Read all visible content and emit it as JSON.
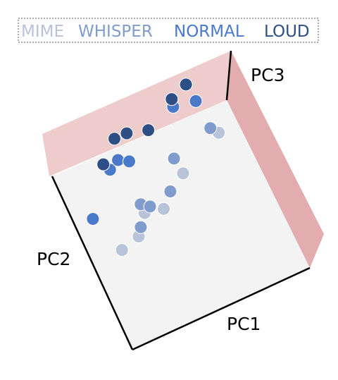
{
  "chart_data": {
    "type": "scatter",
    "projection": "3d",
    "axes": {
      "x_label": "PC1",
      "y_label": "PC2",
      "z_label": "PC3"
    },
    "legend": {
      "placement": "top-center",
      "style": "dotted-border",
      "entries": [
        {
          "label": "MIME",
          "color": "#b8c2d8"
        },
        {
          "label": "WHISPER",
          "color": "#7f9ccc"
        },
        {
          "label": "NORMAL",
          "color": "#4a79c9"
        },
        {
          "label": "LOUD",
          "color": "#2e4f86"
        }
      ]
    },
    "colors": {
      "back_wall": "#e6a0a2",
      "floor": "#f2f2f2",
      "point_outline": "#ffffff"
    },
    "series": [
      {
        "name": "MIME",
        "color": "#b8c2d8",
        "points": [
          {
            "pc1": 0.17,
            "pc2": 0.5
          },
          {
            "pc1": 0.28,
            "pc2": 0.53
          },
          {
            "pc1": 0.36,
            "pc2": 0.63
          },
          {
            "pc1": 0.46,
            "pc2": 0.61
          },
          {
            "pc1": 0.63,
            "pc2": 0.74
          },
          {
            "pc1": 0.89,
            "pc2": 0.86
          }
        ]
      },
      {
        "name": "WHISPER",
        "color": "#7f9ccc",
        "points": [
          {
            "pc1": 0.31,
            "pc2": 0.57
          },
          {
            "pc1": 0.36,
            "pc2": 0.68
          },
          {
            "pc1": 0.4,
            "pc2": 0.65
          },
          {
            "pc1": 0.53,
            "pc2": 0.68
          },
          {
            "pc1": 0.62,
            "pc2": 0.83
          },
          {
            "pc1": 0.86,
            "pc2": 0.9
          }
        ]
      },
      {
        "name": "NORMAL",
        "color": "#4a79c9",
        "points": [
          {
            "pc1": 0.1,
            "pc2": 0.71
          },
          {
            "pc1": 0.29,
            "pc2": 0.91
          },
          {
            "pc1": 0.35,
            "pc2": 0.94
          },
          {
            "pc1": 0.4,
            "pc2": 0.91
          },
          {
            "pc1": 0.73,
            "pc2": 1.08
          },
          {
            "pc1": 0.85,
            "pc2": 1.06
          }
        ]
      },
      {
        "name": "LOUD",
        "color": "#2e4f86",
        "points": [
          {
            "pc1": 0.27,
            "pc2": 0.95
          },
          {
            "pc1": 0.38,
            "pc2": 1.05
          },
          {
            "pc1": 0.45,
            "pc2": 1.05
          },
          {
            "pc1": 0.56,
            "pc2": 1.02
          },
          {
            "pc1": 0.74,
            "pc2": 1.12
          },
          {
            "pc1": 0.84,
            "pc2": 1.16
          }
        ]
      }
    ]
  }
}
